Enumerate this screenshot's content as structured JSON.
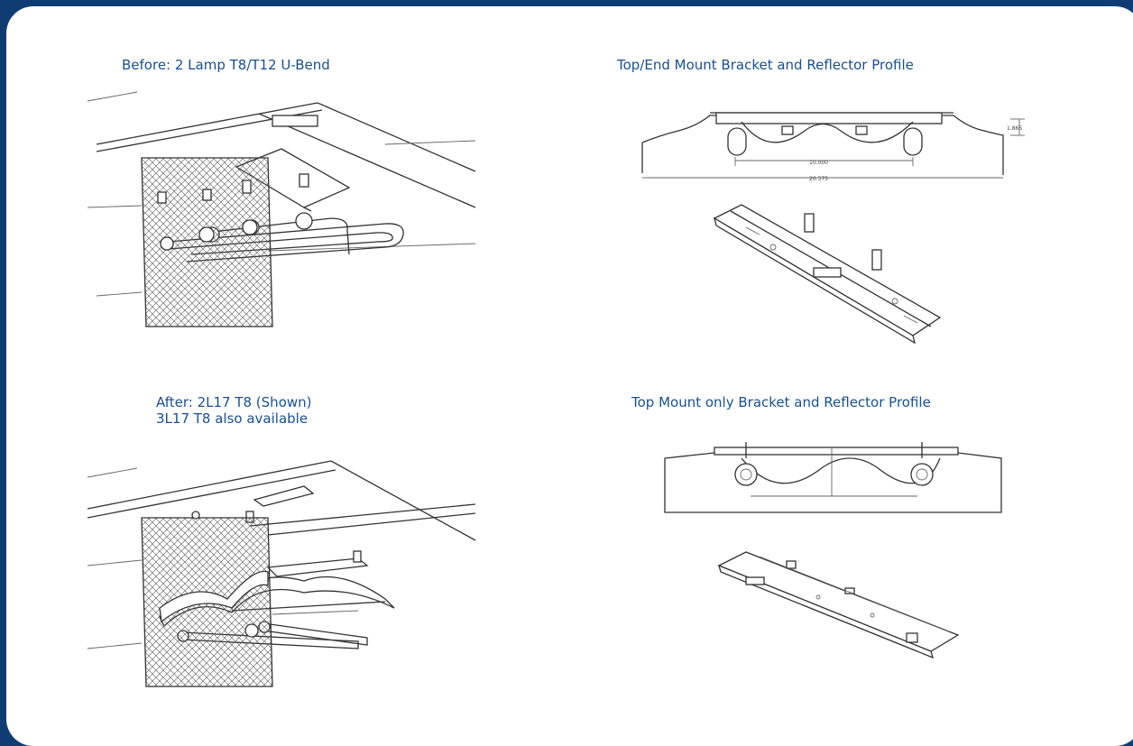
{
  "panels": {
    "before": {
      "caption": "Before: 2 Lamp T8/T12 U-Bend"
    },
    "after": {
      "caption_line1": "After: 2L17 T8 (Shown)",
      "caption_line2": "3L17 T8 also available"
    },
    "top_end": {
      "caption": "Top/End Mount Bracket and Reflector Profile",
      "dims": {
        "overall": "20.375",
        "lamp_spacing": "10.000",
        "height": "1.865"
      }
    },
    "top_only": {
      "caption": "Top Mount only Bracket and Reflector Profile"
    }
  },
  "colors": {
    "frame": "#0f3d73",
    "caption": "#1a4f8c",
    "background": "#ffffff"
  }
}
